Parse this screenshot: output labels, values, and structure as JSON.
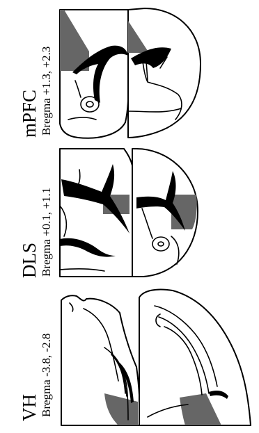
{
  "panels": [
    {
      "title": "mPFC",
      "coords": "Bregma +1.3, +2.3"
    },
    {
      "title": "DLS",
      "coords": "Bregma +0.1, +1.1"
    },
    {
      "title": "VH",
      "coords": "Bregma -3.8, -2.8"
    }
  ],
  "colors": {
    "lesion": "#666666",
    "outline": "#000000",
    "background": "#ffffff"
  }
}
